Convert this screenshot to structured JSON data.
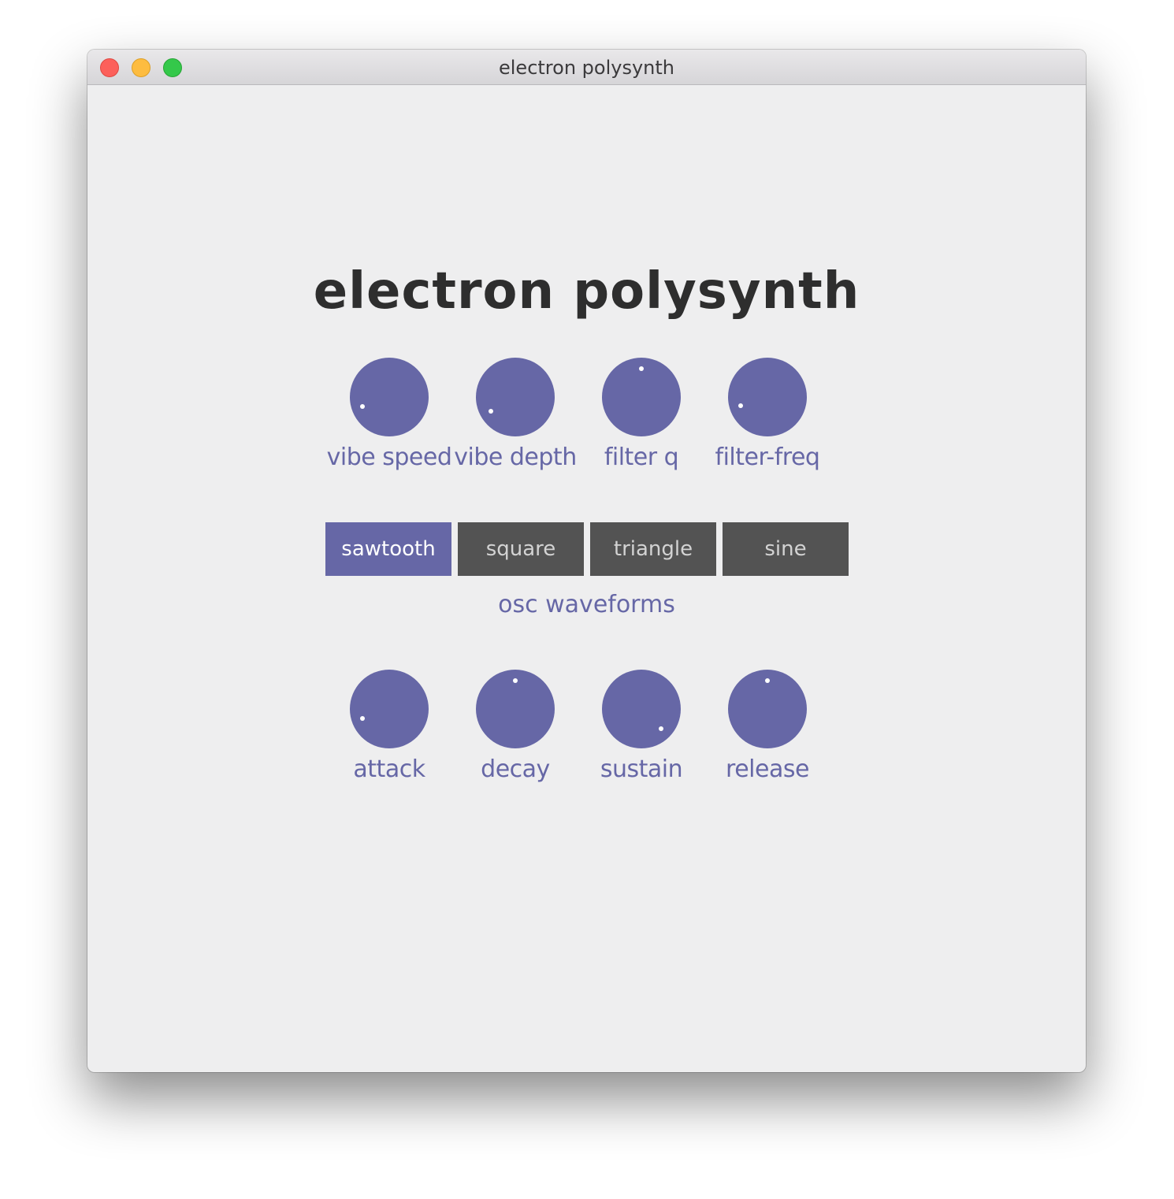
{
  "window": {
    "title": "electron polysynth"
  },
  "app": {
    "title": "electron polysynth",
    "accent_color": "#6667a6",
    "inactive_button_color": "#535353"
  },
  "top_knobs": [
    {
      "label": "vibe speed",
      "indicator_angle_deg": 250
    },
    {
      "label": "vibe depth",
      "indicator_angle_deg": 240
    },
    {
      "label": "filter q",
      "indicator_angle_deg": 0
    },
    {
      "label": "filter-freq",
      "indicator_angle_deg": 252
    }
  ],
  "waveforms": {
    "label": "osc waveforms",
    "options": [
      "sawtooth",
      "square",
      "triangle",
      "sine"
    ],
    "selected": "sawtooth"
  },
  "bottom_knobs": [
    {
      "label": "attack",
      "indicator_angle_deg": 250
    },
    {
      "label": "decay",
      "indicator_angle_deg": 0
    },
    {
      "label": "sustain",
      "indicator_angle_deg": 135
    },
    {
      "label": "release",
      "indicator_angle_deg": 0
    }
  ]
}
